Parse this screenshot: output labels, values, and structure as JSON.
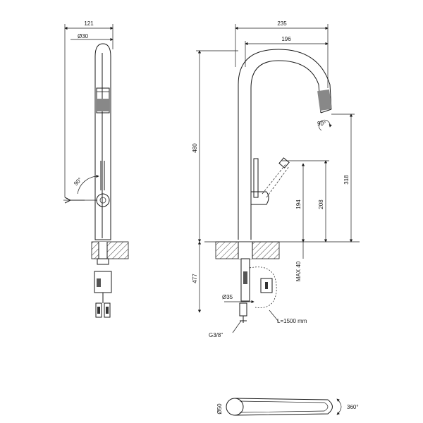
{
  "dimensions": {
    "side_width": "121",
    "side_diameter": "Ø30",
    "side_angle": "90°",
    "front_width_total": "235",
    "front_width_spout": "196",
    "total_height": "480",
    "spout_height": "318",
    "lever_height": "208",
    "outlet_height": "194",
    "below_height": "477",
    "max_thickness": "MAX 40",
    "hole_diameter": "Ø35",
    "thread": "G3/8\"",
    "hose_length": "L=1500 mm",
    "aerator_angle": "90°",
    "base_diameter": "Ø50",
    "rotation": "360°"
  }
}
